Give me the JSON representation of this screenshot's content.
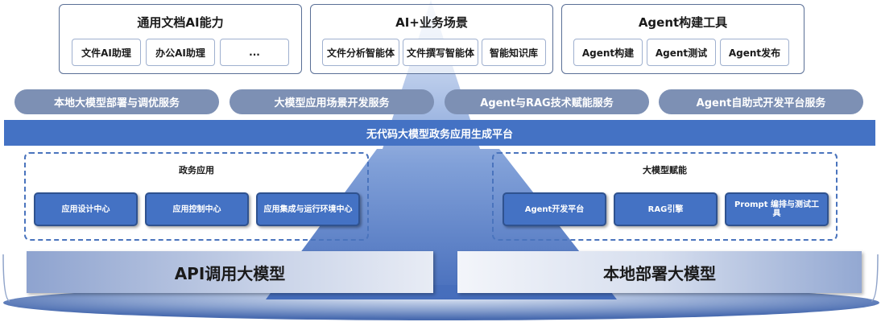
{
  "top_cards": [
    {
      "title": "通用文档AI能力",
      "chips": [
        "文件AI助理",
        "办公AI助理",
        "..."
      ]
    },
    {
      "title": "AI+业务场景",
      "chips": [
        "文件分析智能体",
        "文件撰写智能体",
        "智能知识库"
      ]
    },
    {
      "title": "Agent构建工具",
      "chips": [
        "Agent构建",
        "Agent测试",
        "Agent发布"
      ]
    }
  ],
  "services": [
    "本地大模型部署与调优服务",
    "大模型应用场景开发服务",
    "Agent与RAG技术赋能服务",
    "Agent自助式开发平台服务"
  ],
  "platform": "无代码大模型政务应用生成平台",
  "gov_apps": {
    "title": "政务应用",
    "items": [
      "应用设计中心",
      "应用控制中心",
      "应用集成与运行环境中心"
    ]
  },
  "model_empower": {
    "title": "大模型赋能",
    "items": [
      "Agent开发平台",
      "RAG引擎",
      "Prompt 编排与测试工具"
    ]
  },
  "models": {
    "api": "API调用大模型",
    "local": "本地部署大模型"
  },
  "colors": {
    "primary_blue": "#4472c4",
    "pill_gray_blue": "#7d90b4",
    "card_border": "#5a6f96",
    "arrow_dark": "#3d66b8",
    "arrow_light": "#e3ecf8"
  }
}
